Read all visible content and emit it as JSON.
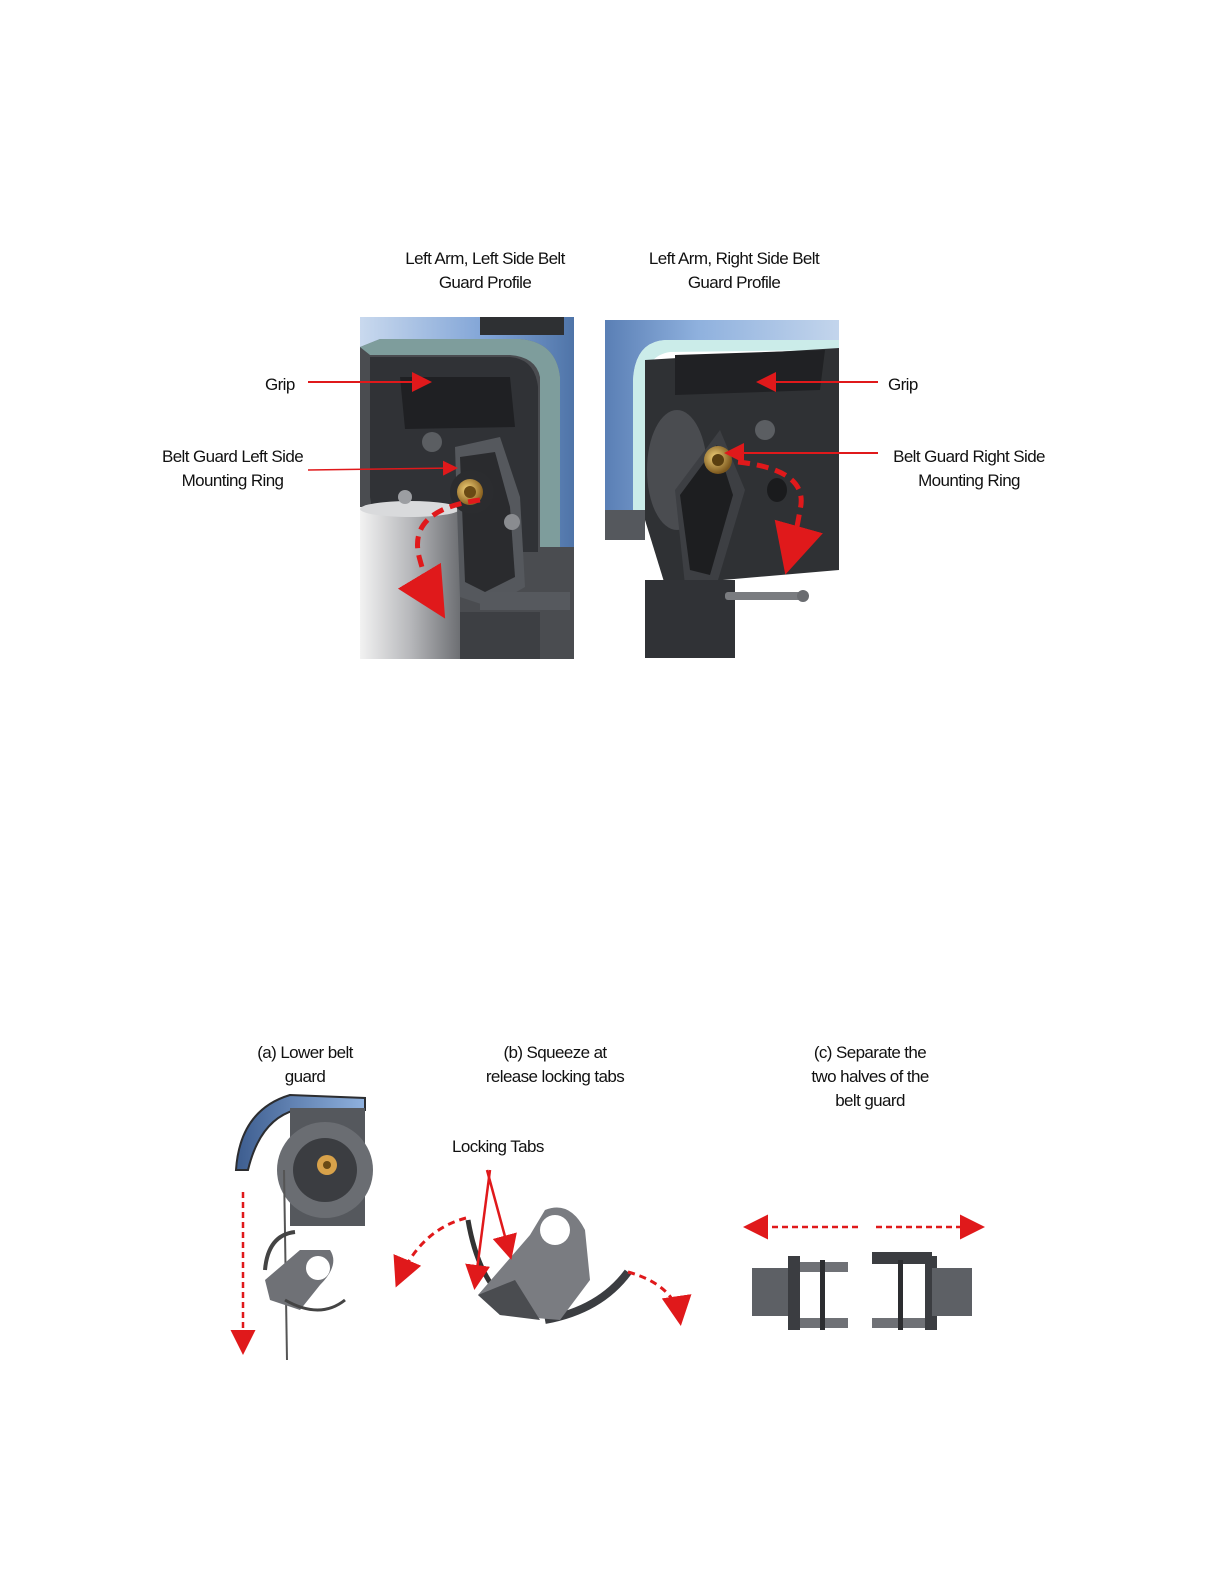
{
  "figure1": {
    "left_panel": {
      "title_line1": "Left Arm, Left Side Belt",
      "title_line2": "Guard Profile",
      "grip_label": "Grip",
      "ring_label_line1": "Belt Guard Left Side",
      "ring_label_line2": "Mounting Ring"
    },
    "right_panel": {
      "title_line1": "Left Arm, Right Side Belt",
      "title_line2": "Guard Profile",
      "grip_label": "Grip",
      "ring_label_line1": "Belt Guard Right Side",
      "ring_label_line2": "Mounting Ring"
    }
  },
  "figure2": {
    "step_a": {
      "line1": "(a) Lower belt",
      "line2": "guard"
    },
    "step_b": {
      "line1": "(b) Squeeze  at",
      "line2": "release locking tabs",
      "callout": "Locking Tabs"
    },
    "step_c": {
      "line1": "(c) Separate the",
      "line2": "two halves of the",
      "line3": "belt guard"
    }
  },
  "colors": {
    "arrow": "#e0191b",
    "housing_blue": "#7fa3d6",
    "dark_gray": "#3b3d41"
  }
}
